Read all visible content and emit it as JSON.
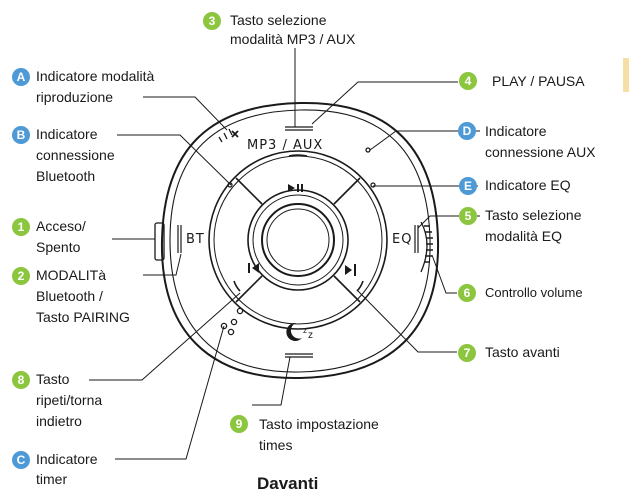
{
  "labels": {
    "3": {
      "badge": "3",
      "line1": "Tasto selezione",
      "line2": "modalità MP3 / AUX"
    },
    "4": {
      "badge": "4",
      "line1": "PLAY / PAUSA"
    },
    "A": {
      "badge": "A",
      "line1": "Indicatore modalità",
      "line2": "riproduzione"
    },
    "B": {
      "badge": "B",
      "line1": "Indicatore",
      "line2": "connessione",
      "line3": "Bluetooth"
    },
    "D": {
      "badge": "D",
      "line1": "Indicatore",
      "line2": "connessione AUX"
    },
    "E": {
      "badge": "E",
      "line1": "Indicatore EQ"
    },
    "1": {
      "badge": "1",
      "line1": "Acceso/",
      "line2": "Spento"
    },
    "5": {
      "badge": "5",
      "line1": "Tasto selezione",
      "line2": "modalità EQ"
    },
    "2": {
      "badge": "2",
      "line1": "MODALITà",
      "line2": "Bluetooth /",
      "line3": "Tasto PAIRING"
    },
    "6": {
      "badge": "6",
      "line1": "Controllo volume"
    },
    "7": {
      "badge": "7",
      "line1": "Tasto avanti"
    },
    "8": {
      "badge": "8",
      "line1": "Tasto",
      "line2": "ripeti/torna",
      "line3": "indietro"
    },
    "9": {
      "badge": "9",
      "line1": "Tasto impostazione",
      "line2": "times"
    },
    "C": {
      "badge": "C",
      "line1": "Indicatore",
      "line2": "timer"
    }
  },
  "device": {
    "mode_text": "MP3 / AUX",
    "bt_text": "BT",
    "eq_text": "EQ"
  },
  "caption": "Davanti",
  "colors": {
    "badge_number": "#8cc63f",
    "badge_letter": "#4d9ad6"
  }
}
